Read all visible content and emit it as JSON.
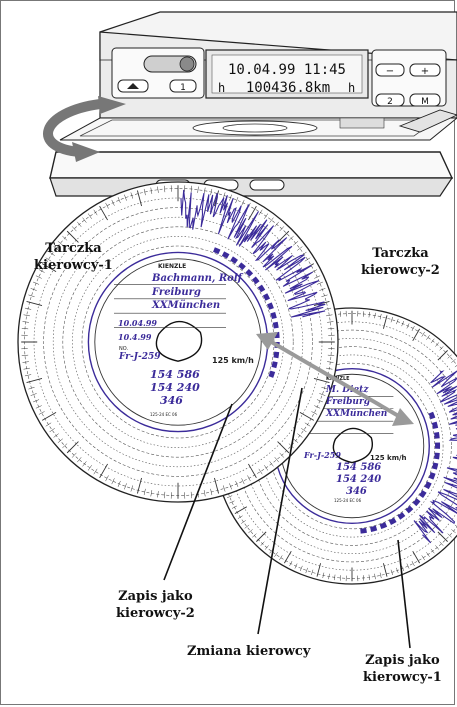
{
  "display": {
    "line1": "10.04.99 11:45",
    "line2_left": "h",
    "line2_value": "100436.8km",
    "line2_right": "h"
  },
  "buttons": {
    "b1": "1",
    "b2": "2",
    "minus": "−",
    "plus": "+",
    "mode": "M"
  },
  "disc1": {
    "brand": "KIENZLE",
    "name_lines": [
      "Bachmann, Rolf",
      "Freiburg",
      "XXMünchen"
    ],
    "date_start": "10.04.99",
    "date_end": "10.4.99",
    "plate_label": "NO.",
    "plate": "Fr-J-259",
    "odo_end": "154 586",
    "odo_start": "154 240",
    "distance": "346",
    "speed_label": "125 km/h",
    "footer": "125-24 EC 06"
  },
  "disc2": {
    "brand": "KIENZLE",
    "name_lines": [
      "M. Dietz",
      "Freiburg",
      "XXMünchen"
    ],
    "plate": "Fr-J-259",
    "odo_end": "154 586",
    "odo_start": "154 240",
    "distance": "346",
    "speed_label": "125 km/h",
    "footer": "125-24 EC 06"
  },
  "labels": {
    "disc_driver1": [
      "Tarczka",
      "kierowcy-1"
    ],
    "disc_driver2": [
      "Tarczka",
      "kierowcy-2"
    ],
    "record_as_driver2": [
      "Zapis jako",
      "kierowcy-2"
    ],
    "driver_change": "Zmiana kierowcy",
    "record_as_driver1": [
      "Zapis jako",
      "kierowcy-1"
    ]
  },
  "colors": {
    "ink": "#3b2b9a",
    "line": "#222222",
    "arrow": "#9a9a9a",
    "device": "#f2f2f2"
  }
}
